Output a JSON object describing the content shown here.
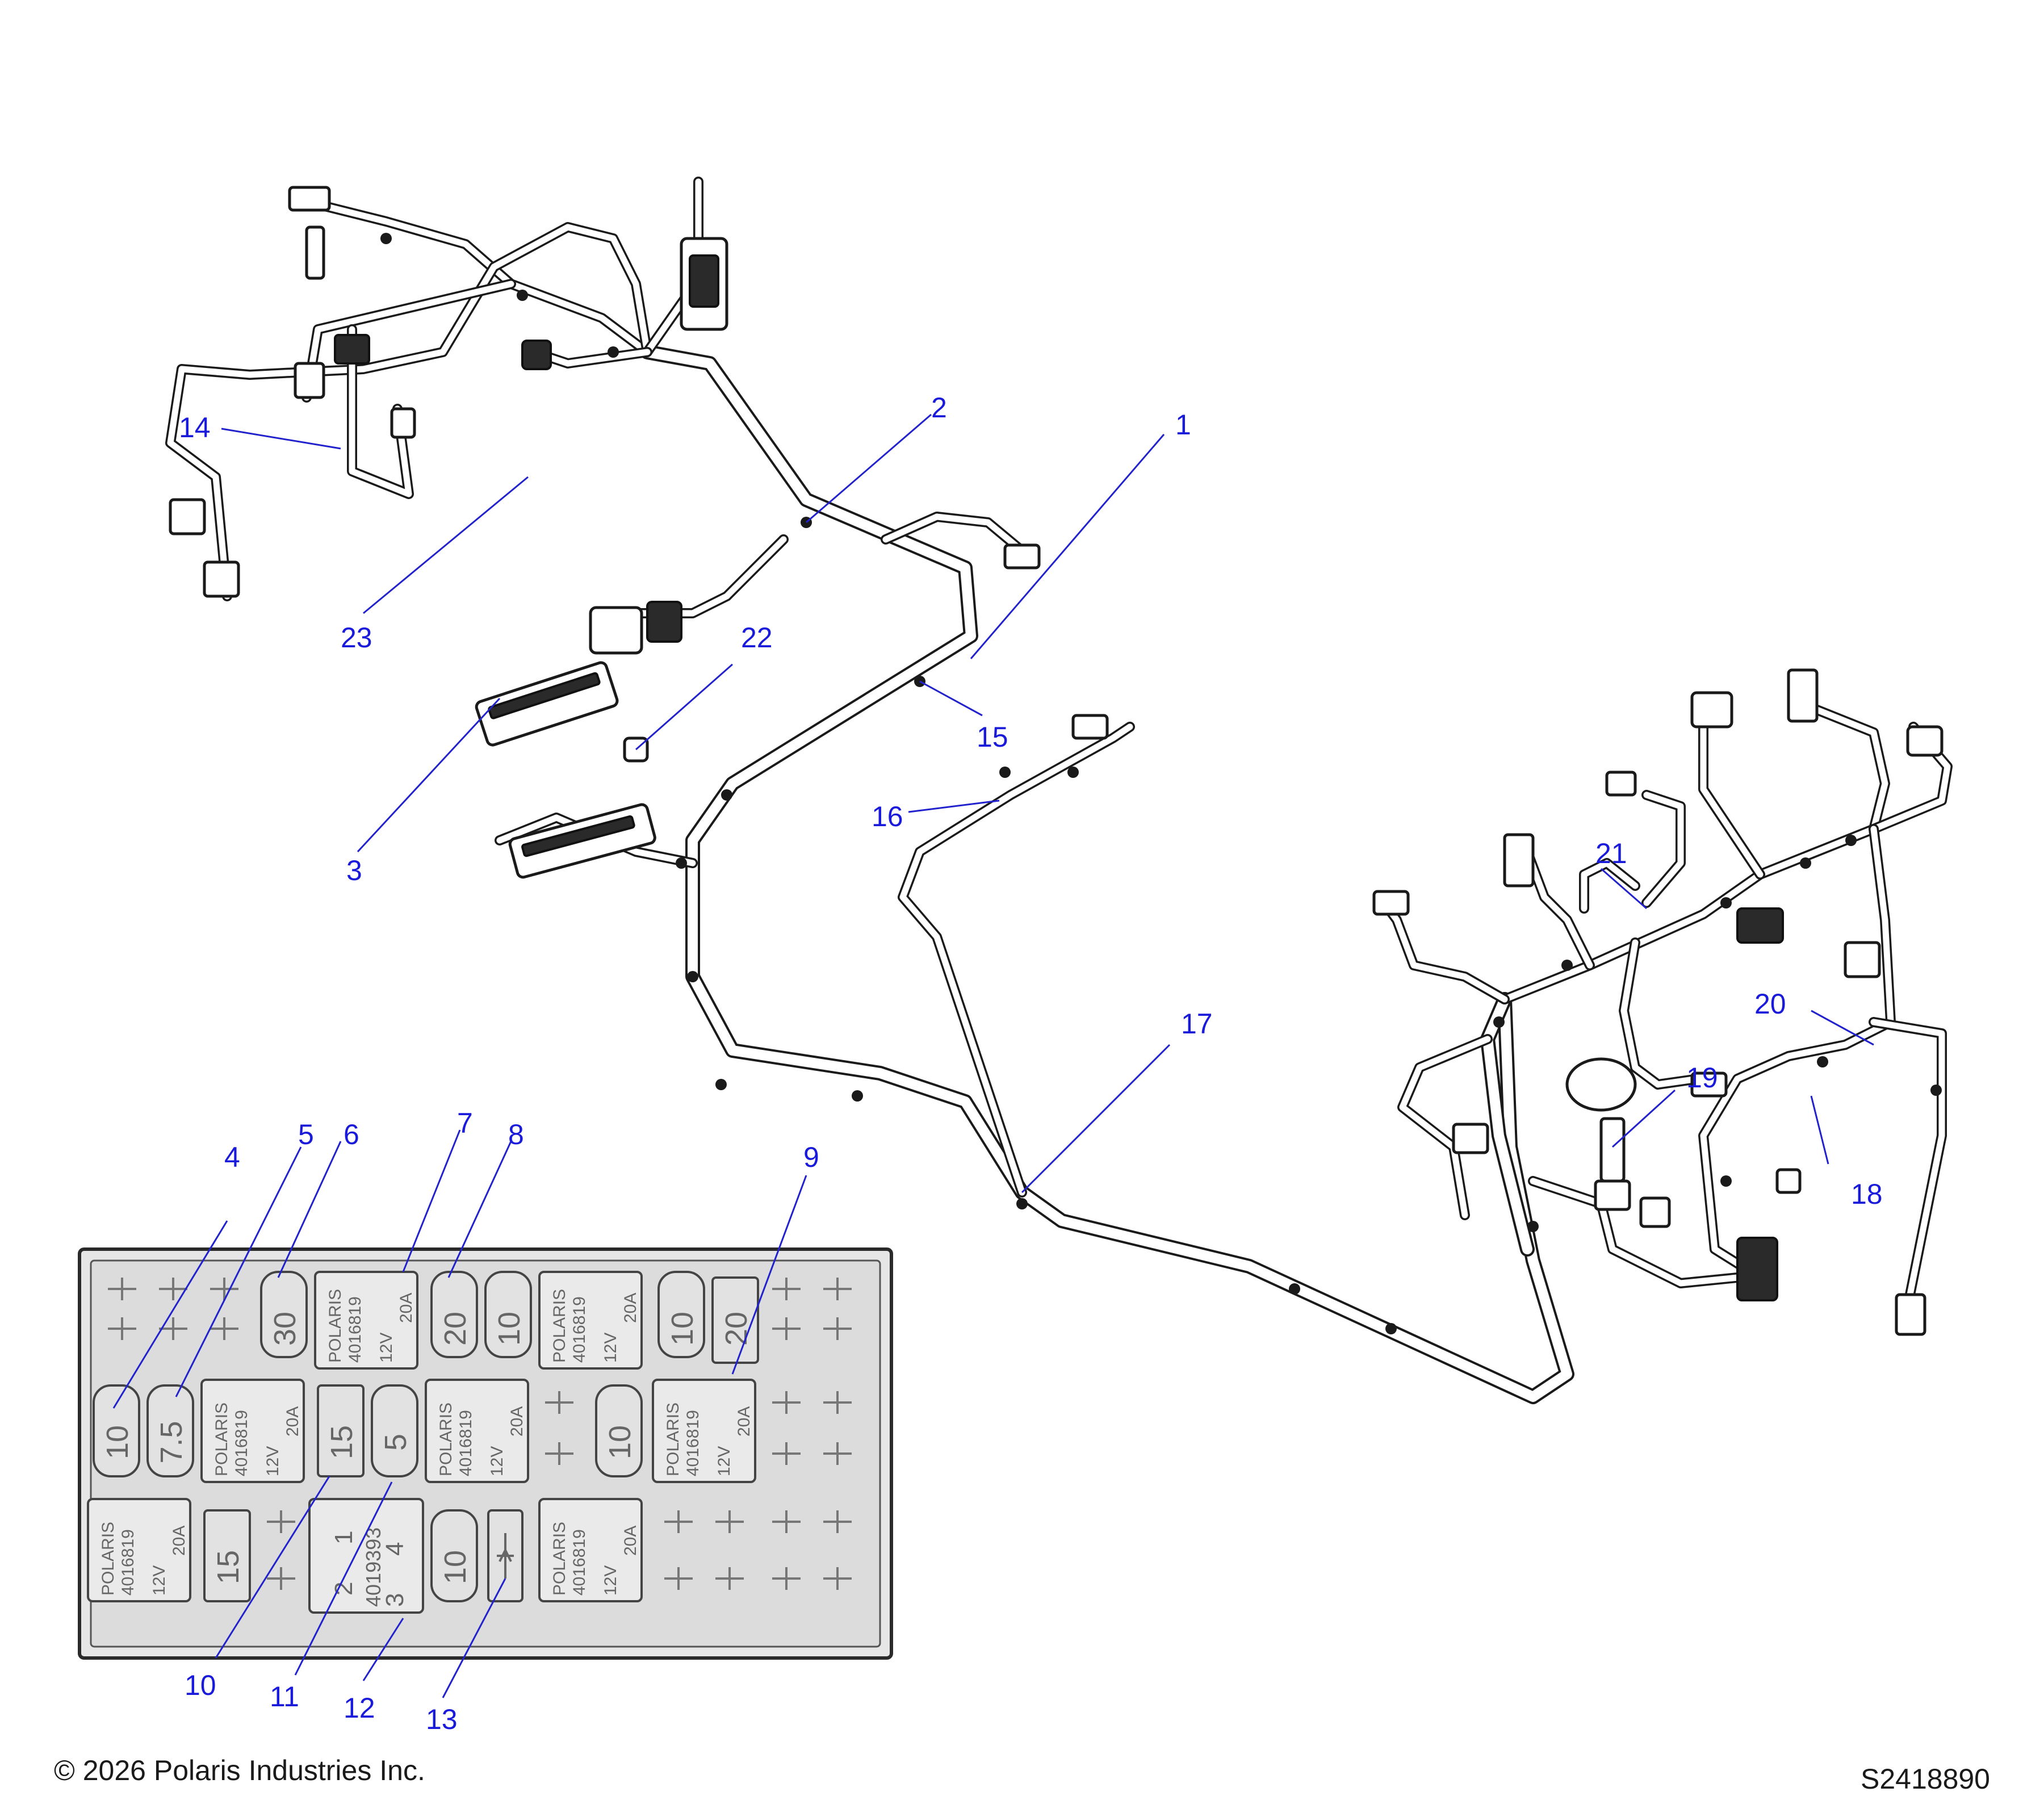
{
  "callouts": {
    "c1": "1",
    "c2": "2",
    "c3": "3",
    "c4": "4",
    "c5": "5",
    "c6": "6",
    "c7": "7",
    "c8": "8",
    "c9": "9",
    "c10": "10",
    "c11": "11",
    "c12": "12",
    "c13": "13",
    "c14": "14",
    "c15": "15",
    "c16": "16",
    "c17": "17",
    "c18": "18",
    "c19": "19",
    "c20": "20",
    "c21": "21",
    "c22": "22",
    "c23": "23"
  },
  "fuse_panel": {
    "fuses": {
      "f30": "30",
      "f20a": "20",
      "f10a": "10",
      "f10b": "10",
      "f20b": "20",
      "f10c": "10",
      "f75": "7.5",
      "f15a": "15",
      "f5": "5",
      "f10d": "10",
      "f15b": "15",
      "f10e": "10"
    },
    "relay": {
      "brand": "POLARIS",
      "part": "4016819",
      "voltage": "12V",
      "rating": "20A"
    },
    "module": {
      "pin2": "2",
      "pin1": "1",
      "part": "4019393",
      "pin4": "4",
      "pin3": "3"
    }
  },
  "footer": {
    "copyright": "© 2026 Polaris Industries Inc.",
    "drawing_number": "S2418890"
  }
}
